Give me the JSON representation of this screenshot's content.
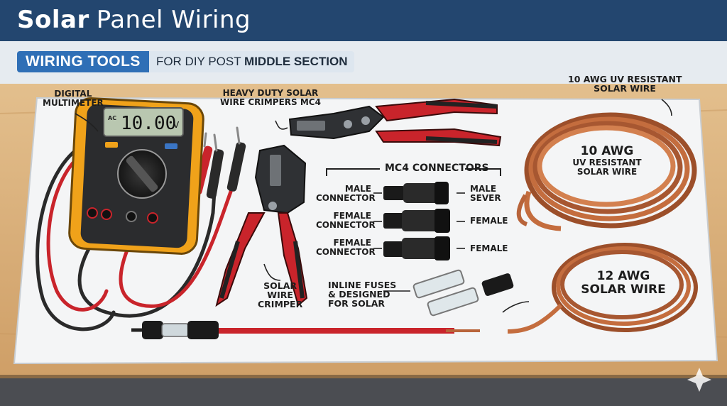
{
  "header": {
    "title_part1": "Solar",
    "title_part2": "Panel Wiring"
  },
  "subtitle": {
    "badge": "WIRING TOOLS",
    "prefix": "FOR DIY POST",
    "emphasis": "MIDDLE SECTION"
  },
  "multimeter": {
    "label_line1": "DIGITAL",
    "label_line2": "MULTIMETER",
    "display_value": "10.00",
    "display_unit": "V",
    "display_mode": "AC"
  },
  "crimpers_mc4": {
    "label_line1": "HEAVY DUTY SOLAR",
    "label_line2": "WIRE CRIMPERS MC4"
  },
  "solar_crimper": {
    "label_line1": "SOLAR",
    "label_line2": "WIRE",
    "label_line3": "CRIMPER"
  },
  "mc4": {
    "heading": "MC4 CONNECTORS",
    "rows": [
      {
        "left_line1": "MALE",
        "left_line2": "CONNECTOR",
        "right_line1": "MALE",
        "right_line2": "SEVER"
      },
      {
        "left_line1": "FEMALE",
        "left_line2": "CONNECTOR",
        "right_line1": "FEMALE",
        "right_line2": ""
      },
      {
        "left_line1": "FEMALE",
        "left_line2": "CONNECTOR",
        "right_line1": "FEMALE",
        "right_line2": ""
      }
    ]
  },
  "fuses": {
    "label_line1": "INLINE FUSES",
    "label_line2": "& DESIGNED",
    "label_line3": "FOR SOLAR"
  },
  "wire_10awg": {
    "top_line1": "10 AWG UV RESISTANT",
    "top_line2": "SOLAR WIRE",
    "coil_line1": "10 AWG",
    "coil_line2": "UV RESISTANT",
    "coil_line3": "SOLAR WIRE"
  },
  "wire_12awg": {
    "coil_line1": "12 AWG",
    "coil_line2": "SOLAR WIRE"
  },
  "colors": {
    "header": "#23466f",
    "badge": "#2f6fb6",
    "table_wood": "#d9b27f",
    "mat": "#f4f5f6",
    "copper": "#b8643a",
    "lead_red": "#c9242b",
    "meter_orange": "#f0a21a"
  }
}
